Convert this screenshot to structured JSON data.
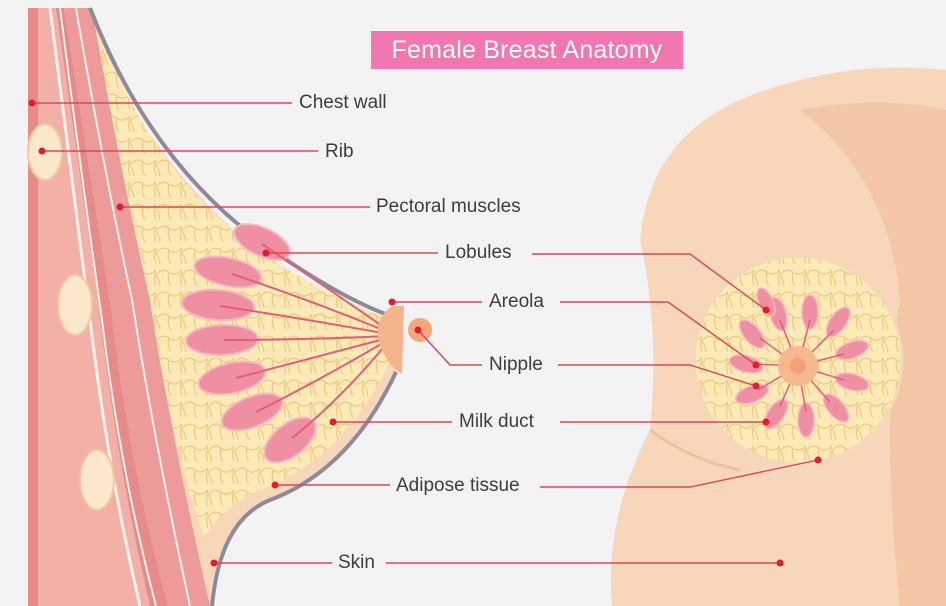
{
  "title": "Female Breast Anatomy",
  "labels": {
    "chest_wall": "Chest wall",
    "rib": "Rib",
    "pectoral_muscles": "Pectoral muscles",
    "lobules": "Lobules",
    "areola": "Areola",
    "nipple": "Nipple",
    "milk_duct": "Milk duct",
    "adipose_tissue": "Adipose tissue",
    "skin": "Skin"
  },
  "colors": {
    "title_bg": "#f277b0",
    "leader_line": "#d64a5a",
    "pointer_dot": "#e11d2e",
    "skin": "#f8d6ba",
    "adipose": "#fbe9b8",
    "lobule": "#ef8fa2",
    "muscle": "#e78a8a"
  }
}
